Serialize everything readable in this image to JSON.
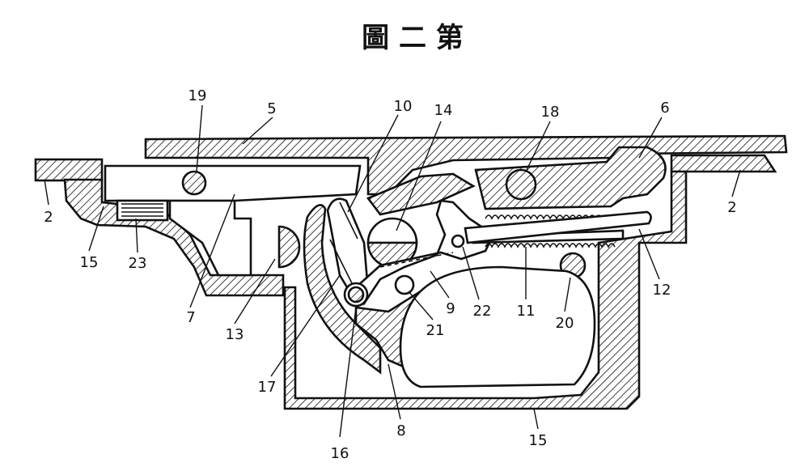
{
  "figure": {
    "title": "圖 二 第"
  },
  "labels": {
    "l2_left": "2",
    "l2_right": "2",
    "l5": "5",
    "l6": "6",
    "l7": "7",
    "l8": "8",
    "l9": "9",
    "l10": "10",
    "l11": "11",
    "l12": "12",
    "l13": "13",
    "l14": "14",
    "l15_left": "15",
    "l15_bottom": "15",
    "l16": "16",
    "l17": "17",
    "l18": "18",
    "l19": "19",
    "l20": "20",
    "l21": "21",
    "l22": "22",
    "l23": "23"
  }
}
